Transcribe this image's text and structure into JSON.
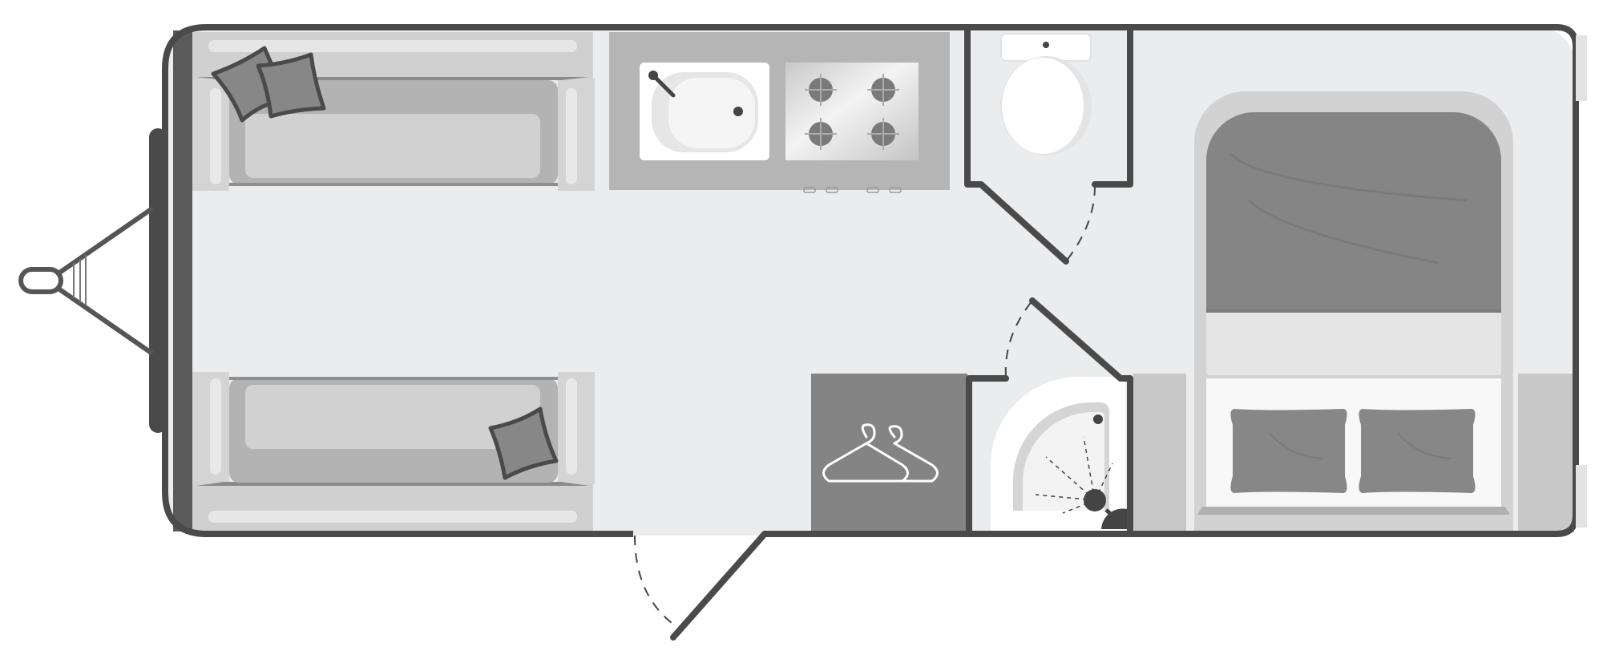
{
  "plan": {
    "colors": {
      "outline": "#4a4a4a",
      "floor": "#ebecee",
      "seat": "#cfcfcf",
      "seat_cushion": "#b3b3b3",
      "cushion": "#878787",
      "counter": "#b5b5b5",
      "wardrobe": "#848484",
      "bed_frame": "#d2d2d2",
      "bed_cover": "#858585"
    },
    "rooms": [
      {
        "name": "front-lounge",
        "features": [
          "sofa-left",
          "sofa-right",
          "scatter-cushions"
        ]
      },
      {
        "name": "kitchen",
        "features": [
          "sink",
          "four-burner-hob"
        ]
      },
      {
        "name": "washroom",
        "features": [
          "toilet",
          "corner-shower"
        ]
      },
      {
        "name": "wardrobe",
        "features": [
          "clothes-hangers"
        ]
      },
      {
        "name": "bedroom",
        "features": [
          "fixed-double-bed",
          "pillows"
        ]
      }
    ],
    "doors": [
      "entrance-door",
      "washroom-door",
      "shower-door"
    ],
    "icons": [
      "hanger-icon",
      "towbar-icon",
      "burner-icon",
      "tap-icon"
    ]
  }
}
